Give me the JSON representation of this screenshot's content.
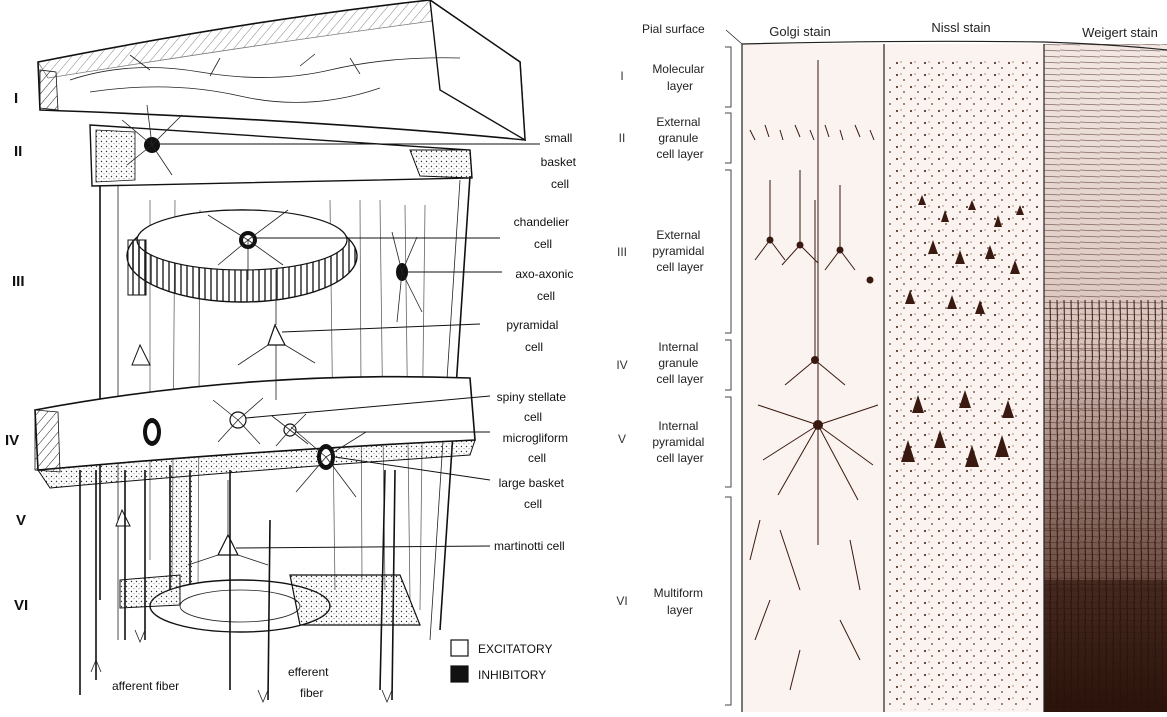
{
  "left": {
    "layers": [
      "I",
      "II",
      "III",
      "IV",
      "V",
      "VI"
    ],
    "cells": [
      {
        "key": "small_basket",
        "lines": [
          "small",
          "basket",
          "cell"
        ]
      },
      {
        "key": "chandelier",
        "lines": [
          "chandelier",
          "cell"
        ]
      },
      {
        "key": "axo_axonic",
        "lines": [
          "axo-axonic",
          "cell"
        ]
      },
      {
        "key": "pyramidal",
        "lines": [
          "pyramidal",
          "cell"
        ]
      },
      {
        "key": "spiny_stellate",
        "lines": [
          "spiny stellate",
          "cell"
        ]
      },
      {
        "key": "microgliform",
        "lines": [
          "microgliform",
          "cell"
        ]
      },
      {
        "key": "large_basket",
        "lines": [
          "large basket",
          "cell"
        ]
      },
      {
        "key": "martinotti",
        "lines": [
          "martinotti cell"
        ]
      }
    ],
    "legend": {
      "excitatory": "EXCITATORY",
      "inhibitory": "INHIBITORY"
    },
    "fibers": {
      "afferent": "afferent fiber",
      "efferent_1": "efferent",
      "efferent_2": "fiber"
    }
  },
  "right": {
    "pial_surface": "Pial surface",
    "stains": {
      "golgi": "Golgi stain",
      "nissl": "Nissl stain",
      "weigert": "Weigert stain"
    },
    "layers": [
      {
        "num": "I",
        "lines": [
          "Molecular",
          "layer"
        ]
      },
      {
        "num": "II",
        "lines": [
          "External",
          "granule",
          "cell layer"
        ]
      },
      {
        "num": "III",
        "lines": [
          "External",
          "pyramidal",
          "cell layer"
        ]
      },
      {
        "num": "IV",
        "lines": [
          "Internal",
          "granule",
          "cell layer"
        ]
      },
      {
        "num": "V",
        "lines": [
          "Internal",
          "pyramidal",
          "cell layer"
        ]
      },
      {
        "num": "VI",
        "lines": [
          "Multiform",
          "layer"
        ]
      }
    ]
  },
  "colors": {
    "ink": "#111111",
    "stain_dark": "#3a1a10",
    "paper": "#fbf3ef"
  }
}
